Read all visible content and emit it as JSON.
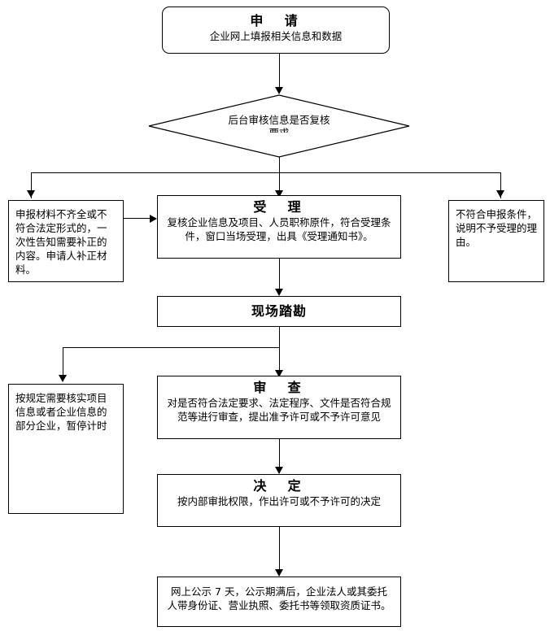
{
  "diagram": {
    "type": "flowchart",
    "orientation": "top-to-bottom",
    "nodes": {
      "apply": {
        "shape": "rounded-rectangle",
        "title": "申  请",
        "body": "企业网上填报相关信息和数据"
      },
      "review_decision": {
        "shape": "diamond",
        "line1": "后台审核信息是否复核",
        "line2": "要求"
      },
      "supplement": {
        "shape": "rectangle",
        "body": "申报材料不齐全或不符合法定形式的，一次性告知需要补正的内容。申请人补正材料。"
      },
      "accept": {
        "shape": "rectangle",
        "title": "受  理",
        "body": "复核企业信息及项目、人员职称原件，符合受理条件，窗口当场受理，出具《受理通知书》。"
      },
      "reject": {
        "shape": "rectangle",
        "body": "不符合申报条件，说明不予受理的理由。"
      },
      "site_survey": {
        "shape": "rectangle",
        "title": "现场踏勘"
      },
      "examine": {
        "shape": "rectangle",
        "title": "审  查",
        "body": "对是否符合法定要求、法定程序、文件是否符合规范等进行审查，提出准予许可或不予许可意见"
      },
      "suspend": {
        "shape": "rectangle",
        "body": "按规定需要核实项目信息或者企业信息的部分企业，暂停计时"
      },
      "decide": {
        "shape": "rectangle",
        "title": "决  定",
        "body": "按内部审批权限，作出许可或不予许可的决定"
      },
      "publicize": {
        "shape": "rectangle",
        "body": "网上公示 7 天，公示期满后，企业法人或其委托人带身份证、营业执照、委托书等领取资质证书。"
      }
    },
    "colors": {
      "stroke": "#000000",
      "fill": "#ffffff",
      "text": "#000000"
    }
  }
}
